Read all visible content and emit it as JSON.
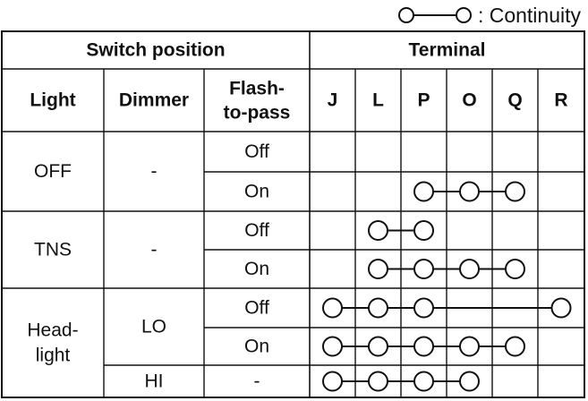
{
  "legend": {
    "label": ": Continuity"
  },
  "header": {
    "switch_position": "Switch position",
    "terminal": "Terminal",
    "light": "Light",
    "dimmer": "Dimmer",
    "flash_line1": "Flash-",
    "flash_line2": "to-pass",
    "terminals": [
      "J",
      "L",
      "P",
      "O",
      "Q",
      "R"
    ]
  },
  "groups": [
    {
      "light": [
        "OFF"
      ],
      "dimmer_rows": [
        {
          "label": "-",
          "span": 2
        }
      ]
    },
    {
      "light": [
        "TNS"
      ],
      "dimmer_rows": [
        {
          "label": "-",
          "span": 2
        }
      ]
    },
    {
      "light": [
        "Head-",
        "light"
      ],
      "dimmer_rows": [
        {
          "label": "LO",
          "span": 2
        },
        {
          "label": "HI",
          "span": 1
        }
      ]
    }
  ],
  "rows": [
    {
      "flash": "Off",
      "connected": []
    },
    {
      "flash": "On",
      "connected": [
        "P",
        "O",
        "Q"
      ]
    },
    {
      "flash": "Off",
      "connected": [
        "L",
        "P"
      ]
    },
    {
      "flash": "On",
      "connected": [
        "L",
        "P",
        "O",
        "Q"
      ]
    },
    {
      "flash": "Off",
      "connected": [
        "J",
        "L",
        "P",
        "R"
      ]
    },
    {
      "flash": "On",
      "connected": [
        "J",
        "L",
        "P",
        "O",
        "Q"
      ]
    },
    {
      "flash": "-",
      "connected": [
        "J",
        "L",
        "P",
        "O"
      ]
    }
  ]
}
